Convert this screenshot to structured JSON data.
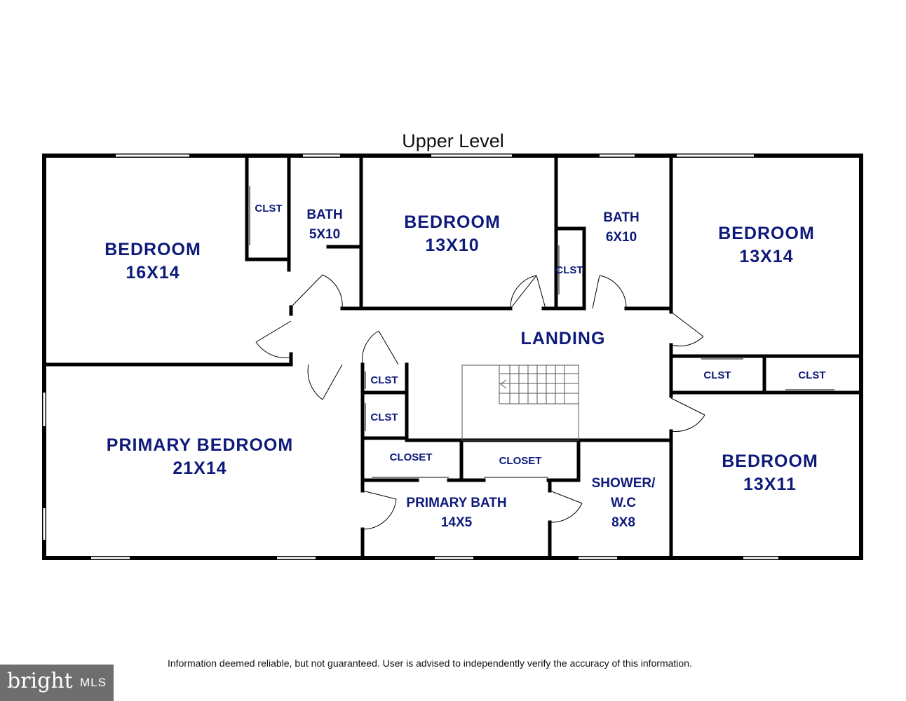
{
  "plan": {
    "title": "Upper Level",
    "disclaimer": "Information deemed reliable, but not guaranteed.  User is advised to independently verify the accuracy of this information.",
    "rooms": {
      "bedroom_nw": {
        "name": "BEDROOM",
        "size": "16X14"
      },
      "bath_1": {
        "name": "BATH",
        "size": "5X10"
      },
      "bedroom_n": {
        "name": "BEDROOM",
        "size": "13X10"
      },
      "bath_2": {
        "name": "BATH",
        "size": "6X10"
      },
      "bedroom_ne": {
        "name": "BEDROOM",
        "size": "13X14"
      },
      "landing": {
        "name": "LANDING"
      },
      "primary_bedroom": {
        "name": "PRIMARY BEDROOM",
        "size": "21X14"
      },
      "primary_bath": {
        "name": "PRIMARY BATH",
        "size": "14X5"
      },
      "shower_wc": {
        "line1": "SHOWER/",
        "line2": "W.C",
        "size": "8X8"
      },
      "bedroom_se": {
        "name": "BEDROOM",
        "size": "13X11"
      }
    },
    "closets": {
      "clst_nw": "CLST",
      "clst_bath2": "CLST",
      "clst_landing_1": "CLST",
      "clst_landing_2": "CLST",
      "clst_e_1": "CLST",
      "clst_e_2": "CLST",
      "closet_1": "CLOSET",
      "closet_2": "CLOSET"
    },
    "text_color": "#0d1a7a"
  },
  "logo": {
    "brand": "bright",
    "suffix": "MLS",
    "bg": "#6e6e6e"
  }
}
